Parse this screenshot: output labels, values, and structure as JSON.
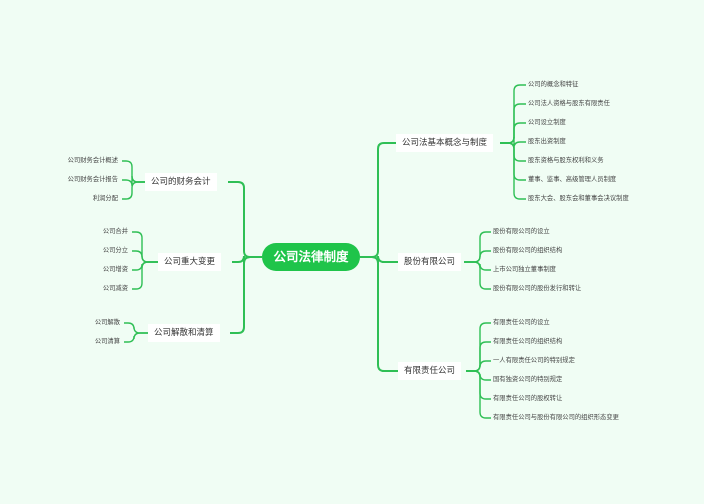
{
  "root": "公司法律制度",
  "right": [
    {
      "label": "公司法基本概念与制度",
      "items": [
        "公司的概念和特征",
        "公司法人资格与股东有限责任",
        "公司设立制度",
        "股东出资制度",
        "股东资格与股东权利和义务",
        "董事、监事、高级管理人员制度",
        "股东大会、股东会和董事会决议制度"
      ]
    },
    {
      "label": "股份有限公司",
      "items": [
        "股份有限公司的设立",
        "股份有限公司的组织结构",
        "上市公司独立董事制度",
        "股份有限公司的股份发行和转让"
      ]
    },
    {
      "label": "有限责任公司",
      "items": [
        "有限责任公司的设立",
        "有限责任公司的组织结构",
        "一人有限责任公司的特别规定",
        "国有独资公司的特别规定",
        "有限责任公司的股权转让",
        "有限责任公司与股份有限公司的组织形态变更"
      ]
    }
  ],
  "left": [
    {
      "label": "公司的财务会计",
      "items": [
        "公司财务会计概述",
        "公司财务会计报告",
        "利润分配"
      ]
    },
    {
      "label": "公司重大变更",
      "items": [
        "公司合并",
        "公司分立",
        "公司增资",
        "公司减资"
      ]
    },
    {
      "label": "公司解散和清算",
      "items": [
        "公司解散",
        "公司清算"
      ]
    }
  ]
}
